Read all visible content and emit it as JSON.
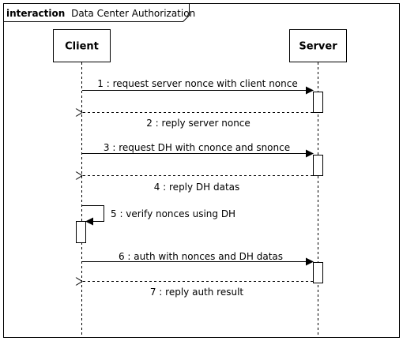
{
  "frame": {
    "keyword": "interaction",
    "title": "Data Center Authorization"
  },
  "lifelines": {
    "client": "Client",
    "server": "Server"
  },
  "messages": [
    {
      "label": "1 : request server nonce with client nonce",
      "kind": "sync",
      "from": "client",
      "to": "server"
    },
    {
      "label": "2 : reply server nonce",
      "kind": "reply",
      "from": "server",
      "to": "client"
    },
    {
      "label": "3 : request DH with cnonce and snonce",
      "kind": "sync",
      "from": "client",
      "to": "server"
    },
    {
      "label": "4 : reply DH datas",
      "kind": "reply",
      "from": "server",
      "to": "client"
    },
    {
      "label": "5 : verify nonces using DH",
      "kind": "self",
      "from": "client",
      "to": "client"
    },
    {
      "label": "6 : auth with nonces and DH datas",
      "kind": "sync",
      "from": "client",
      "to": "server"
    },
    {
      "label": "7 : reply auth result",
      "kind": "reply",
      "from": "server",
      "to": "client"
    }
  ],
  "colors": {
    "stroke": "#000000",
    "background": "#ffffff"
  }
}
